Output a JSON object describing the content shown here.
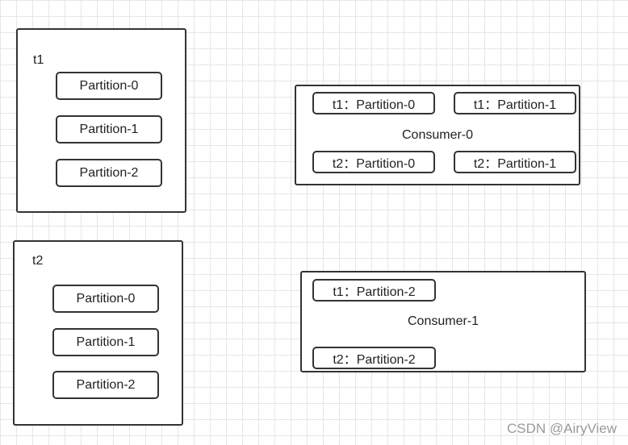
{
  "topics": [
    {
      "name": "t1",
      "partitions": [
        "Partition-0",
        "Partition-1",
        "Partition-2"
      ]
    },
    {
      "name": "t2",
      "partitions": [
        "Partition-0",
        "Partition-1",
        "Partition-2"
      ]
    }
  ],
  "consumers": [
    {
      "name": "Consumer-0",
      "assignments": [
        "t1：Partition-0",
        "t1：Partition-1",
        "t2：Partition-0",
        "t2：Partition-1"
      ]
    },
    {
      "name": "Consumer-1",
      "assignments": [
        "t1：Partition-2",
        "t2：Partition-2"
      ]
    }
  ],
  "watermark": "CSDN @AiryView"
}
